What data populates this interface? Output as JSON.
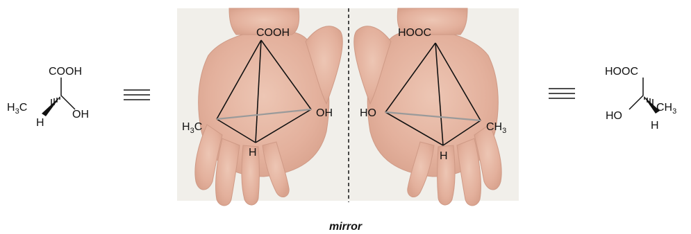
{
  "left_structure": {
    "top": "COOH",
    "left_main": "H",
    "left_sub": "3",
    "left_tail": "C",
    "right": "OH",
    "bottom": "H"
  },
  "right_structure": {
    "top": "HOOC",
    "left": "HO",
    "right_main": "CH",
    "right_sub": "3",
    "bottom": "H"
  },
  "left_hand": {
    "top": "COOH",
    "left_main": "H",
    "left_sub": "3",
    "left_tail": "C",
    "right": "OH",
    "bottom": "H"
  },
  "right_hand": {
    "top": "HOOC",
    "left": "HO",
    "right_main": "CH",
    "right_sub": "3",
    "bottom": "H"
  },
  "caption": "mirror",
  "colors": {
    "background": "#ffffff",
    "line": "#111111",
    "hidden_bond": "#9a9a9a",
    "skin": "#e7b9a5",
    "photo_bg": "#f1efea"
  }
}
